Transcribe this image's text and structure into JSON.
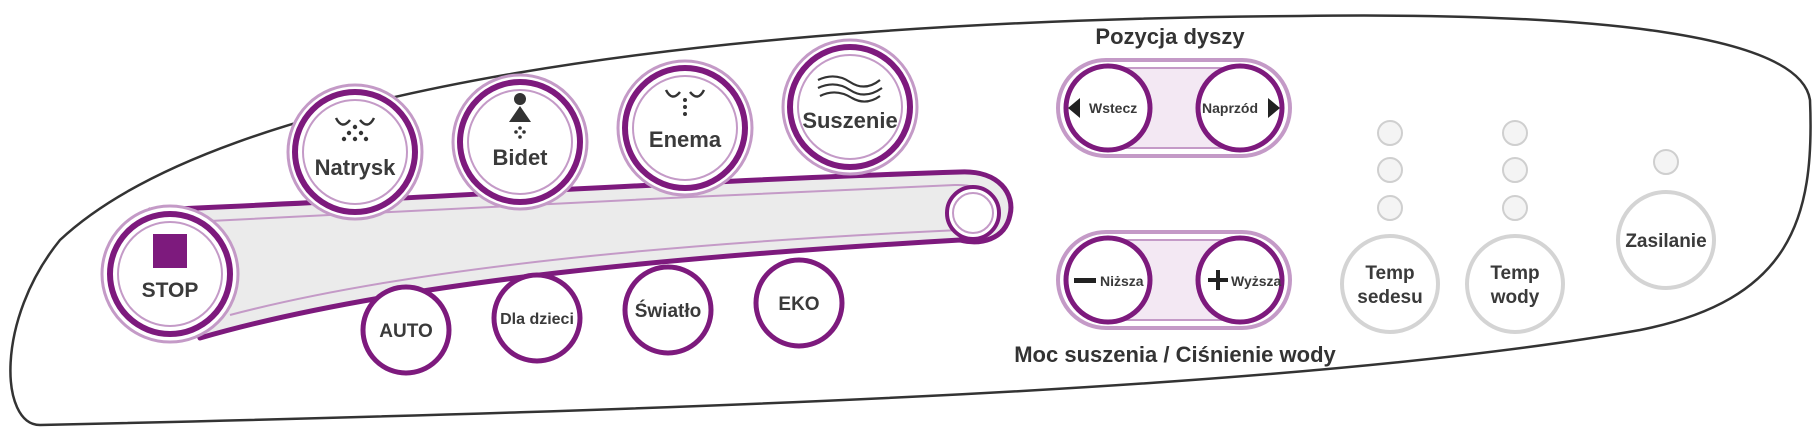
{
  "colors": {
    "accent": "#7d1a7d",
    "accent_light": "#c49ac7",
    "gray_ring": "#d4d4d4",
    "text": "#3a3a3a"
  },
  "top_row": {
    "natrysk": {
      "label": "Natrysk",
      "icon": "spray-rear-icon"
    },
    "bidet": {
      "label": "Bidet",
      "icon": "bidet-person-icon"
    },
    "enema": {
      "label": "Enema",
      "icon": "enema-icon"
    },
    "suszenie": {
      "label": "Suszenie",
      "icon": "dryer-air-icon"
    }
  },
  "stop": {
    "label": "STOP",
    "icon": "stop-square-icon"
  },
  "bottom_row": {
    "auto": "AUTO",
    "dla_dzieci": "Dla dzieci",
    "swiatlo": "Światło",
    "eko": "EKO"
  },
  "nozzle": {
    "title": "Pozycja dyszy",
    "back": "Wstecz",
    "forward": "Naprzód"
  },
  "power": {
    "title": "Moc suszenia / Ciśnienie wody",
    "lower": "Niższa",
    "higher": "Wyższa"
  },
  "temp_seat": {
    "line1": "Temp",
    "line2": "sedesu",
    "levels": 3
  },
  "temp_water": {
    "line1": "Temp",
    "line2": "wody",
    "levels": 3
  },
  "power_switch": {
    "label": "Zasilanie"
  }
}
